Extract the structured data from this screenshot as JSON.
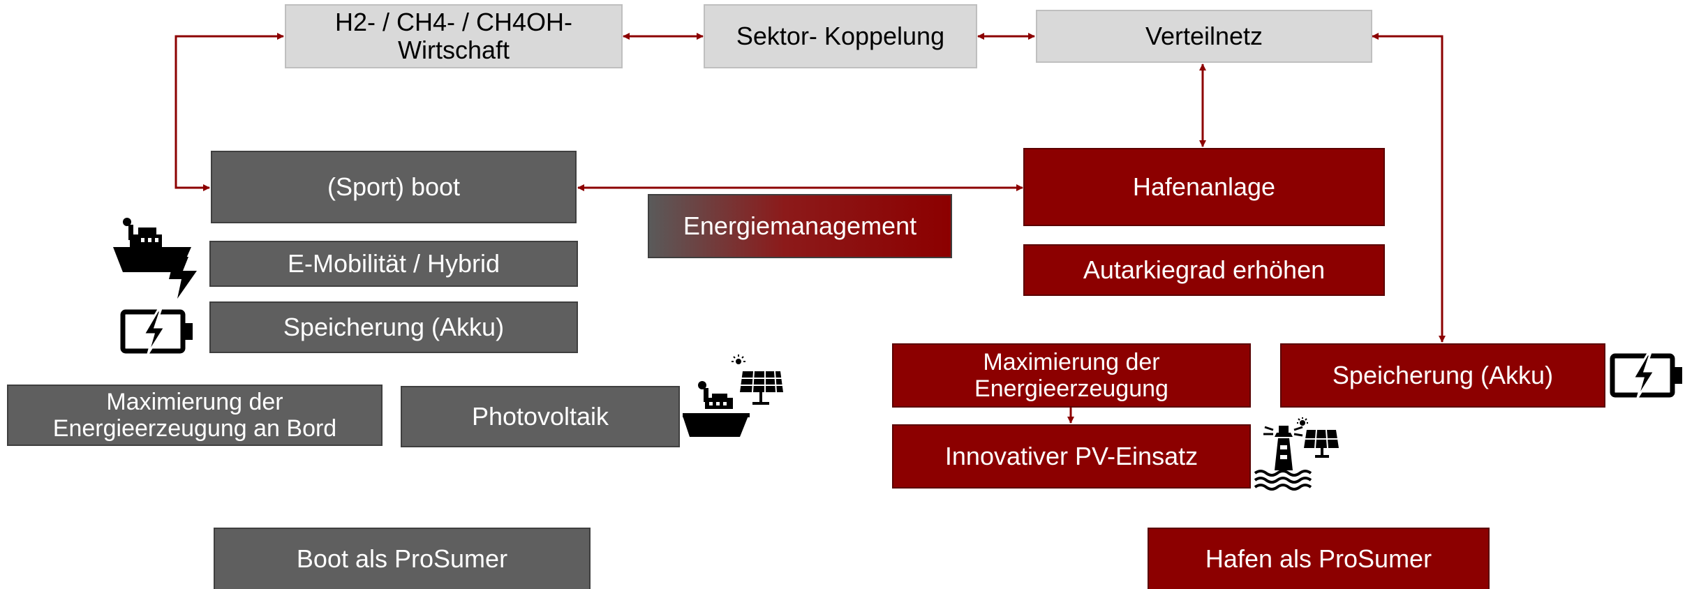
{
  "top": {
    "h2_economy": "H2- / CH4- / CH4OH-\nWirtschaft",
    "sector_coupling": "Sektor- Koppelung",
    "distribution_grid": "Verteilnetz"
  },
  "boat": {
    "title": "(Sport) boot",
    "e_mobility": "E-Mobilität / Hybrid",
    "storage": "Speicherung (Akku)",
    "maximize": "Maximierung der\nEnergieerzeugung an Bord",
    "photovoltaics": "Photovoltaik",
    "prosumer": "Boot als ProSumer"
  },
  "energy_management": "Energiemanagement",
  "harbor": {
    "title": "Hafenanlage",
    "autarky": "Autarkiegrad erhöhen",
    "maximize": "Maximierung der\nEnergieerzeugung",
    "innovative_pv": "Innovativer PV-Einsatz",
    "storage": "Speicherung (Akku)",
    "prosumer": "Hafen als ProSumer"
  },
  "colors": {
    "arrow": "#8c0000",
    "boat_box": "#5f5f5f",
    "harbor_box": "#8c0000",
    "top_box": "#d9d9d9"
  },
  "icons": [
    "ship-charging-icon",
    "battery-charging-icon",
    "ship-solar-icon",
    "lighthouse-solar-icon",
    "battery-charging-icon"
  ]
}
